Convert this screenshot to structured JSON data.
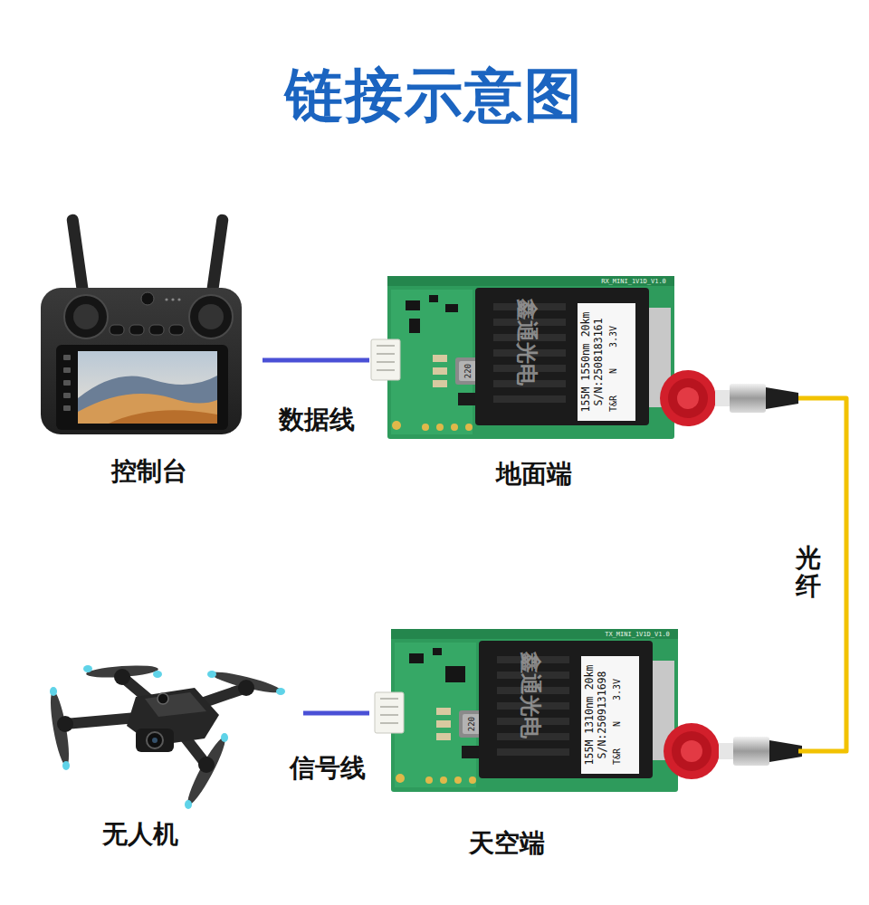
{
  "diagram": {
    "title": "链接示意图",
    "nodes": [
      {
        "text": [
          "控制台"
        ]
      },
      {
        "text": [
          "地面端"
        ]
      },
      {
        "text": [
          "无人机"
        ]
      },
      {
        "text": [
          "天空端"
        ]
      }
    ],
    "edges": [
      {
        "from": 0,
        "to": 1,
        "arrow": "none",
        "label": "数据线"
      },
      {
        "from": 1,
        "to": 3,
        "arrow": "none",
        "label": "光纤"
      },
      {
        "from": 2,
        "to": 3,
        "arrow": "none",
        "label": "信号线"
      }
    ],
    "labels": [
      "RX_MINI_1V1D_V1.0",
      "鑫通光电",
      "220",
      "155M 1550nm 20km",
      "S/N:2508183161",
      "T&R",
      "N",
      "3.3V",
      "TX_MINI_1V1D_V1.0",
      "鑫通光电",
      "220",
      "155M 1310nm 20km",
      "S/N:2509131698",
      "T&R",
      "N",
      "3.3V"
    ]
  }
}
